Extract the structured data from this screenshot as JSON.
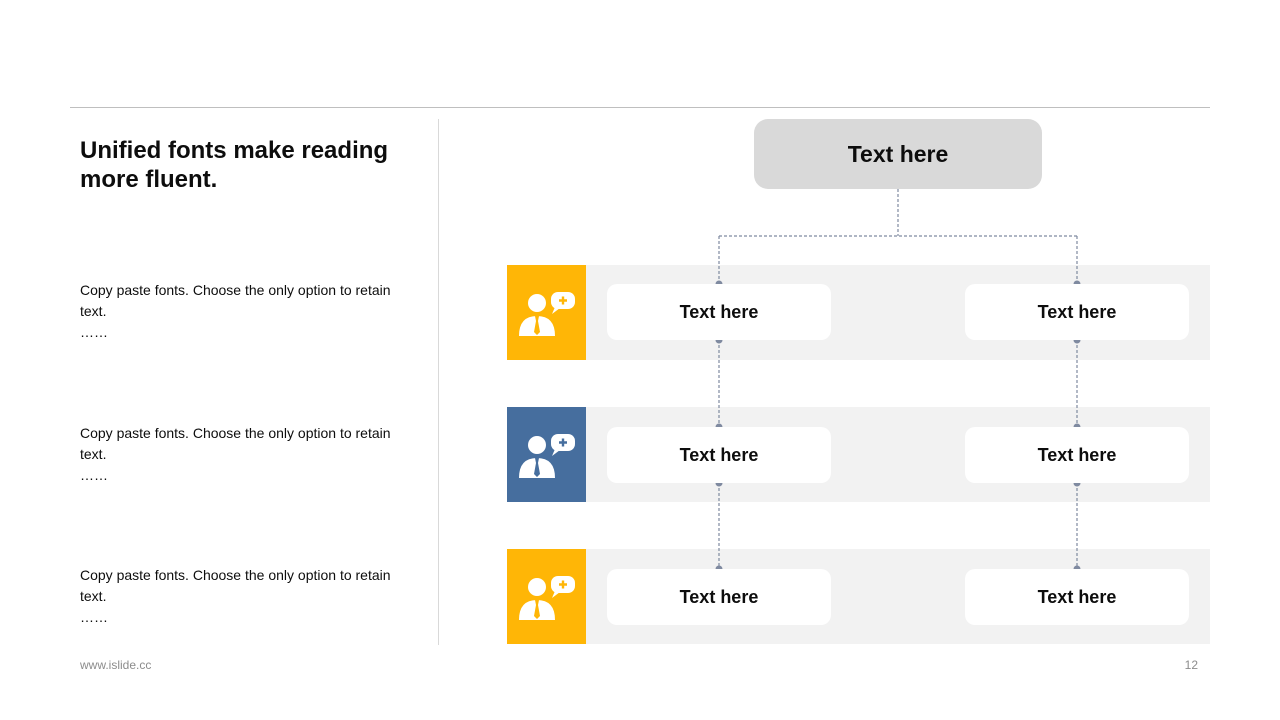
{
  "heading": "Unified fonts make reading more fluent.",
  "descriptions": [
    {
      "text": "Copy paste fonts. Choose the only option to retain text.",
      "ellipsis": "……"
    },
    {
      "text": "Copy paste fonts. Choose the only option to retain text.",
      "ellipsis": "……"
    },
    {
      "text": "Copy paste fonts. Choose the only option to retain text.",
      "ellipsis": "……"
    }
  ],
  "diagram": {
    "root": "Text here",
    "rows": [
      {
        "color": "#FFB606",
        "icon": "user-add-chat-icon",
        "left": "Text here",
        "right": "Text here"
      },
      {
        "color": "#466E9E",
        "icon": "user-add-chat-icon",
        "left": "Text here",
        "right": "Text here"
      },
      {
        "color": "#FFB606",
        "icon": "user-add-chat-icon",
        "left": "Text here",
        "right": "Text here"
      }
    ],
    "connector_color": "#7F8AA0"
  },
  "footer": {
    "url": "www.islide.cc",
    "page": "12"
  }
}
